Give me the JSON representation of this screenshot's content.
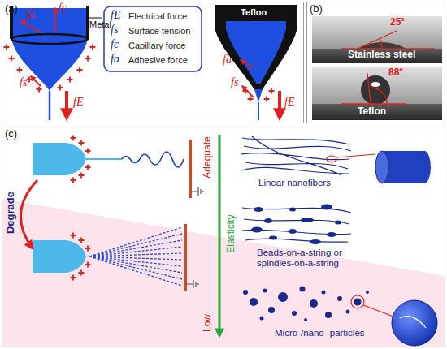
{
  "diagram": {
    "nodes": [
      {
        "text": [
          "(a)"
        ]
      },
      {
        "text": [
          "(b)"
        ]
      },
      {
        "text": [
          "25°",
          "Stainless steel"
        ],
        "in": 1
      },
      {
        "text": [
          "88°",
          "Teflon"
        ],
        "in": 1
      },
      {
        "text": [
          "(c)"
        ]
      }
    ],
    "labels": [
      "fc",
      "fa",
      "fs",
      "fE",
      "Metal",
      "fE",
      "fs",
      "fc",
      "fa",
      "Teflon",
      "fa",
      "fs",
      "fE",
      "Degrade",
      "Adequate",
      "Elasticity",
      "Low",
      "Linear nanofibers",
      "Beads-on-a-string or spindles-on-a-string",
      "Micro-/nano- particles"
    ],
    "legend": [
      {
        "text": "Electrical force"
      },
      {
        "text": "Surface tension"
      },
      {
        "text": "Capillary force"
      },
      {
        "text": "Adhesive force"
      }
    ]
  }
}
